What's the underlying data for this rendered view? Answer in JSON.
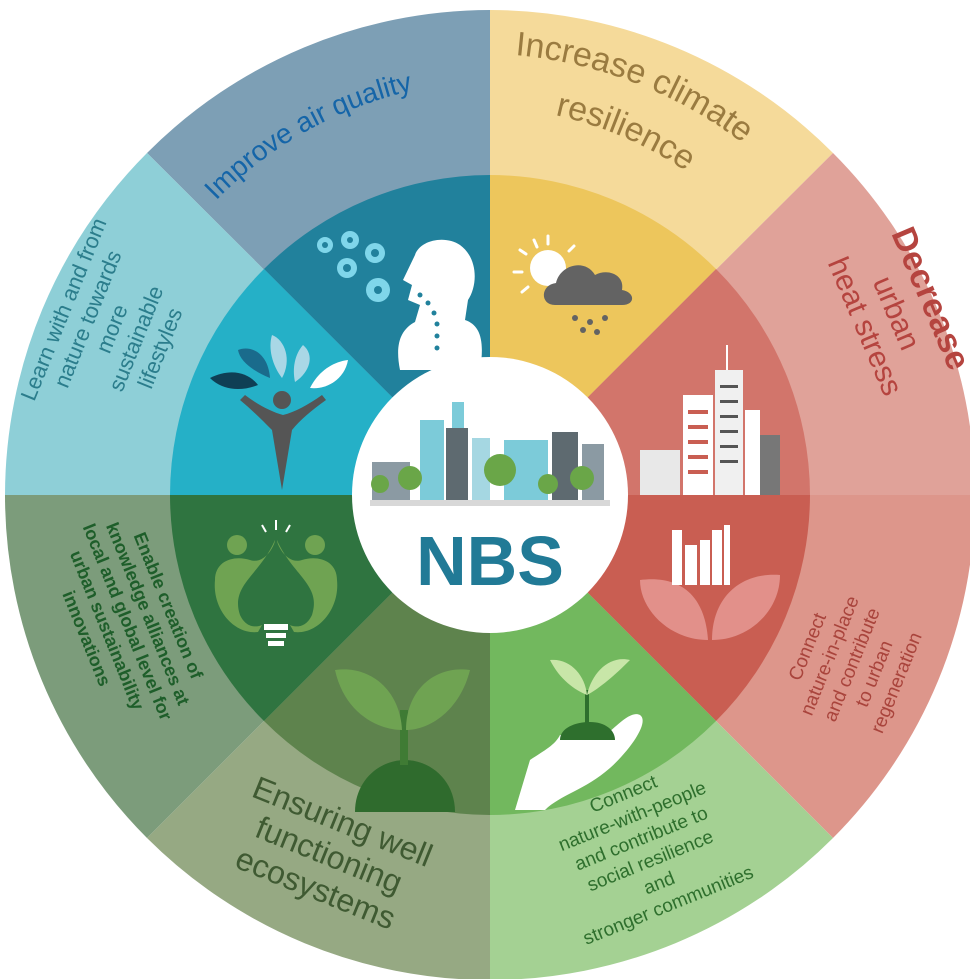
{
  "center": {
    "title": "NBS"
  },
  "segments": [
    {
      "id": "air-quality",
      "lines": [
        "Improve air quality"
      ],
      "color": "#1565a8"
    },
    {
      "id": "climate-resilience",
      "lines": [
        "Increase climate",
        "resilience"
      ],
      "color": "#9a7b40"
    },
    {
      "id": "heat-stress",
      "lines": [
        "Decrease",
        "urban",
        "heat stress"
      ],
      "color": "#b5443f"
    },
    {
      "id": "urban-regeneration",
      "lines": [
        "Connect",
        "nature-in-place",
        "and contribute",
        "to urban",
        "regeneration"
      ],
      "color": "#a9443c"
    },
    {
      "id": "social-resilience",
      "lines": [
        "Connect",
        "nature-with-people",
        "and contribute to",
        "social resilience",
        "and",
        "stronger communities"
      ],
      "color": "#2e6f2d"
    },
    {
      "id": "ecosystems",
      "lines": [
        "Ensuring well",
        "functioning",
        "ecosystems"
      ],
      "color": "#3f5a32"
    },
    {
      "id": "knowledge-alliances",
      "lines": [
        "Enable creation of",
        "knowledge alliances at",
        "local and global level for",
        "urban sustainability",
        "innovations"
      ],
      "color": "#1e5e2a"
    },
    {
      "id": "sustainable-lifestyles",
      "lines": [
        "Learn with and from",
        "nature towards",
        "more",
        "sustainable",
        "lifestyles"
      ],
      "color": "#2b7d8c"
    }
  ],
  "icons": [
    "pollen-icon",
    "person-breathing-icon",
    "sun-cloud-rain-icon",
    "city-buildings-icon",
    "leaf-city-icon",
    "hand-sprout-icon",
    "sprout-icon",
    "lightbulb-people-icon",
    "nature-person-icon",
    "city-skyline-icon"
  ]
}
